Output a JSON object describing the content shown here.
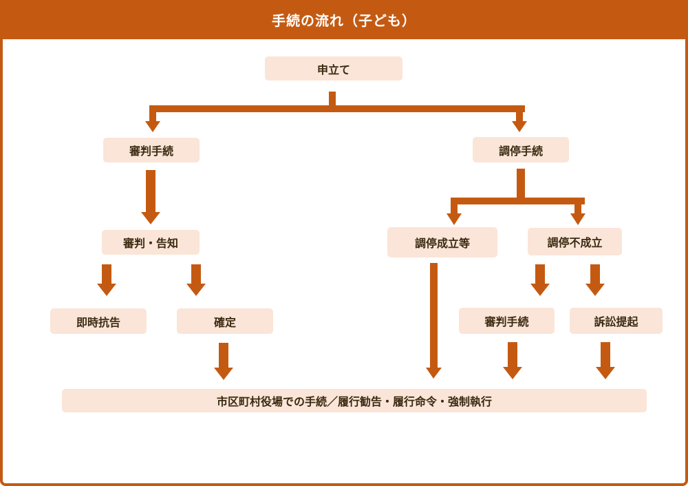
{
  "title": "手続の流れ（子ども）",
  "nodes": {
    "petition": "申立て",
    "trial_procedure": "審判手続",
    "mediation_procedure": "調停手続",
    "trial_notice": "審判・告知",
    "mediation_success": "調停成立等",
    "mediation_failure": "調停不成立",
    "immediate_appeal": "即時抗告",
    "finalized": "確定",
    "trial_procedure_2": "審判手続",
    "lawsuit": "訴訟提起",
    "final": "市区町村役場での手続／履行勧告・履行命令・強制執行"
  },
  "colors": {
    "accent": "#C45A12",
    "box": "#FBE5D8",
    "text": "#3a2a10"
  }
}
